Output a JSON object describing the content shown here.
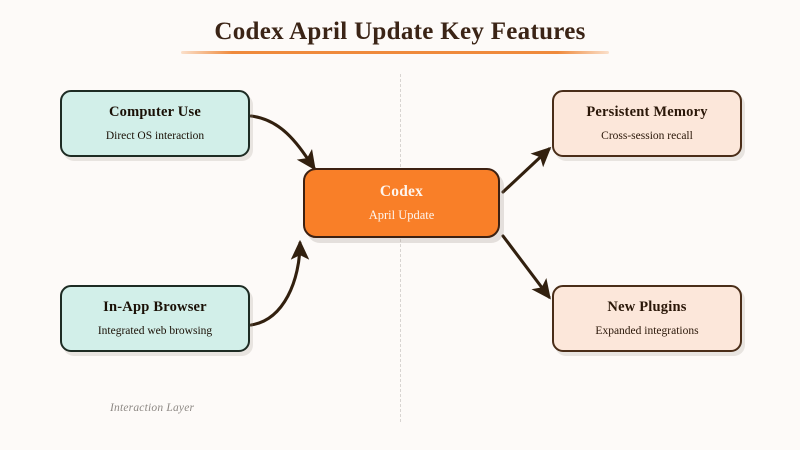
{
  "header": {
    "title": "Codex April Update Key Features",
    "accent_color": "#ef8a3c",
    "title_color": "#3b2416"
  },
  "canvas": {
    "background_color": "#fdfaf8",
    "divider": "vertical-dashed-divider",
    "divider_color": "#d8d4d1"
  },
  "diagram": {
    "center": {
      "title": "Codex",
      "subtitle": "April Update",
      "fill_color": "#f97f28",
      "border_color": "#3d2112",
      "text_color": "#fdf5ee"
    },
    "inputs": [
      {
        "title": "Computer Use",
        "subtitle": "Direct OS interaction",
        "fill_color": "#d2efe9",
        "border_color": "#1d2b23"
      },
      {
        "title": "In-App Browser",
        "subtitle": "Integrated web browsing",
        "fill_color": "#d2efe9",
        "border_color": "#1d2b23"
      }
    ],
    "outputs": [
      {
        "title": "Persistent Memory",
        "subtitle": "Cross-session recall",
        "fill_color": "#fce7da",
        "border_color": "#4a2d18"
      },
      {
        "title": "New Plugins",
        "subtitle": "Expanded integrations",
        "fill_color": "#fce7da",
        "border_color": "#4a2d18"
      }
    ],
    "connectors": [
      {
        "name": "computer-use-to-codex",
        "style": "curved",
        "direction": "to-center"
      },
      {
        "name": "inapp-browser-to-codex",
        "style": "curved",
        "direction": "to-center"
      },
      {
        "name": "codex-to-persistent-memory",
        "style": "straight",
        "direction": "from-center"
      },
      {
        "name": "codex-to-new-plugins",
        "style": "straight",
        "direction": "from-center"
      }
    ],
    "connector_color": "#32200f"
  },
  "footnote": {
    "text": "Interaction Layer",
    "color": "#8d8884"
  }
}
